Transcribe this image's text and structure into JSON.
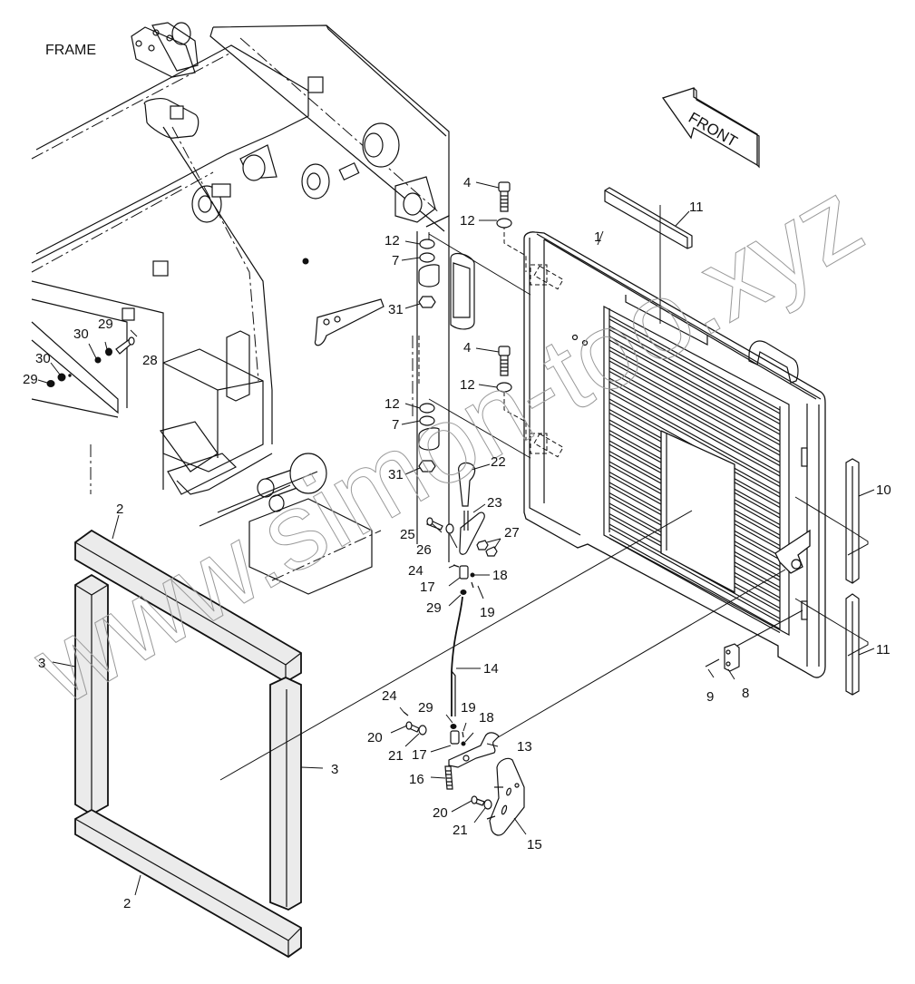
{
  "diagram": {
    "title": "FRAME",
    "direction_arrow": {
      "label": "FRONT",
      "points": "left-up"
    },
    "watermark": "www.simon-too.xyz",
    "callouts": [
      {
        "id": "c1",
        "label": "1",
        "part": "radiator-guard-door"
      },
      {
        "id": "c2a",
        "label": "2",
        "part": "horizontal-seal-top"
      },
      {
        "id": "c2b",
        "label": "2",
        "part": "horizontal-seal-bottom"
      },
      {
        "id": "c3a",
        "label": "3",
        "part": "vertical-seal-left"
      },
      {
        "id": "c3b",
        "label": "3",
        "part": "vertical-seal-right"
      },
      {
        "id": "c4a",
        "label": "4",
        "part": "cap-screw-upper"
      },
      {
        "id": "c4b",
        "label": "4",
        "part": "cap-screw-lower"
      },
      {
        "id": "c7a",
        "label": "7",
        "part": "washer-upper"
      },
      {
        "id": "c7b",
        "label": "7",
        "part": "washer-lower"
      },
      {
        "id": "c8",
        "label": "8",
        "part": "latch-block"
      },
      {
        "id": "c9",
        "label": "9",
        "part": "latch-screw"
      },
      {
        "id": "c10",
        "label": "10",
        "part": "side-seal-upper"
      },
      {
        "id": "c11a",
        "label": "11",
        "part": "top-seal"
      },
      {
        "id": "c11b",
        "label": "11",
        "part": "side-seal-lower"
      },
      {
        "id": "c12a",
        "label": "12",
        "part": "lock-washer-hinge-upper"
      },
      {
        "id": "c12b",
        "label": "12",
        "part": "lock-washer-screw-upper"
      },
      {
        "id": "c12c",
        "label": "12",
        "part": "lock-washer-hinge-lower"
      },
      {
        "id": "c12d",
        "label": "12",
        "part": "lock-washer-screw-lower"
      },
      {
        "id": "c13",
        "label": "13",
        "part": "latch-hook"
      },
      {
        "id": "c14",
        "label": "14",
        "part": "latch-rod"
      },
      {
        "id": "c15",
        "label": "15",
        "part": "latch-bracket"
      },
      {
        "id": "c16",
        "label": "16",
        "part": "spring"
      },
      {
        "id": "c17a",
        "label": "17",
        "part": "clevis-upper"
      },
      {
        "id": "c17b",
        "label": "17",
        "part": "clevis-lower"
      },
      {
        "id": "c18a",
        "label": "18",
        "part": "pin-upper"
      },
      {
        "id": "c18b",
        "label": "18",
        "part": "pin-lower"
      },
      {
        "id": "c19a",
        "label": "19",
        "part": "cotter-pin-upper"
      },
      {
        "id": "c19b",
        "label": "19",
        "part": "cotter-pin-lower"
      },
      {
        "id": "c20a",
        "label": "20",
        "part": "bolt-upper"
      },
      {
        "id": "c20b",
        "label": "20",
        "part": "bolt-lower"
      },
      {
        "id": "c21a",
        "label": "21",
        "part": "washer-21-upper"
      },
      {
        "id": "c21b",
        "label": "21",
        "part": "washer-21-lower"
      },
      {
        "id": "c22",
        "label": "22",
        "part": "handle-knob"
      },
      {
        "id": "c23",
        "label": "23",
        "part": "handle-lever"
      },
      {
        "id": "c24a",
        "label": "24",
        "part": "set-screw-upper"
      },
      {
        "id": "c24b",
        "label": "24",
        "part": "set-screw-lower"
      },
      {
        "id": "c25",
        "label": "25",
        "part": "pivot-bolt"
      },
      {
        "id": "c26",
        "label": "26",
        "part": "pivot-washer"
      },
      {
        "id": "c27",
        "label": "27",
        "part": "lock-nuts"
      },
      {
        "id": "c28",
        "label": "28",
        "part": "frame-bolt"
      },
      {
        "id": "c29a",
        "label": "29",
        "part": "nut-frame-right"
      },
      {
        "id": "c29b",
        "label": "29",
        "part": "nut-frame-left"
      },
      {
        "id": "c29c",
        "label": "29",
        "part": "nut-rod-upper"
      },
      {
        "id": "c29d",
        "label": "29",
        "part": "nut-rod-lower"
      },
      {
        "id": "c30a",
        "label": "30",
        "part": "washer-frame-right"
      },
      {
        "id": "c30b",
        "label": "30",
        "part": "washer-frame-left"
      },
      {
        "id": "c31a",
        "label": "31",
        "part": "hinge-nut-upper"
      },
      {
        "id": "c31b",
        "label": "31",
        "part": "hinge-nut-lower"
      }
    ]
  }
}
